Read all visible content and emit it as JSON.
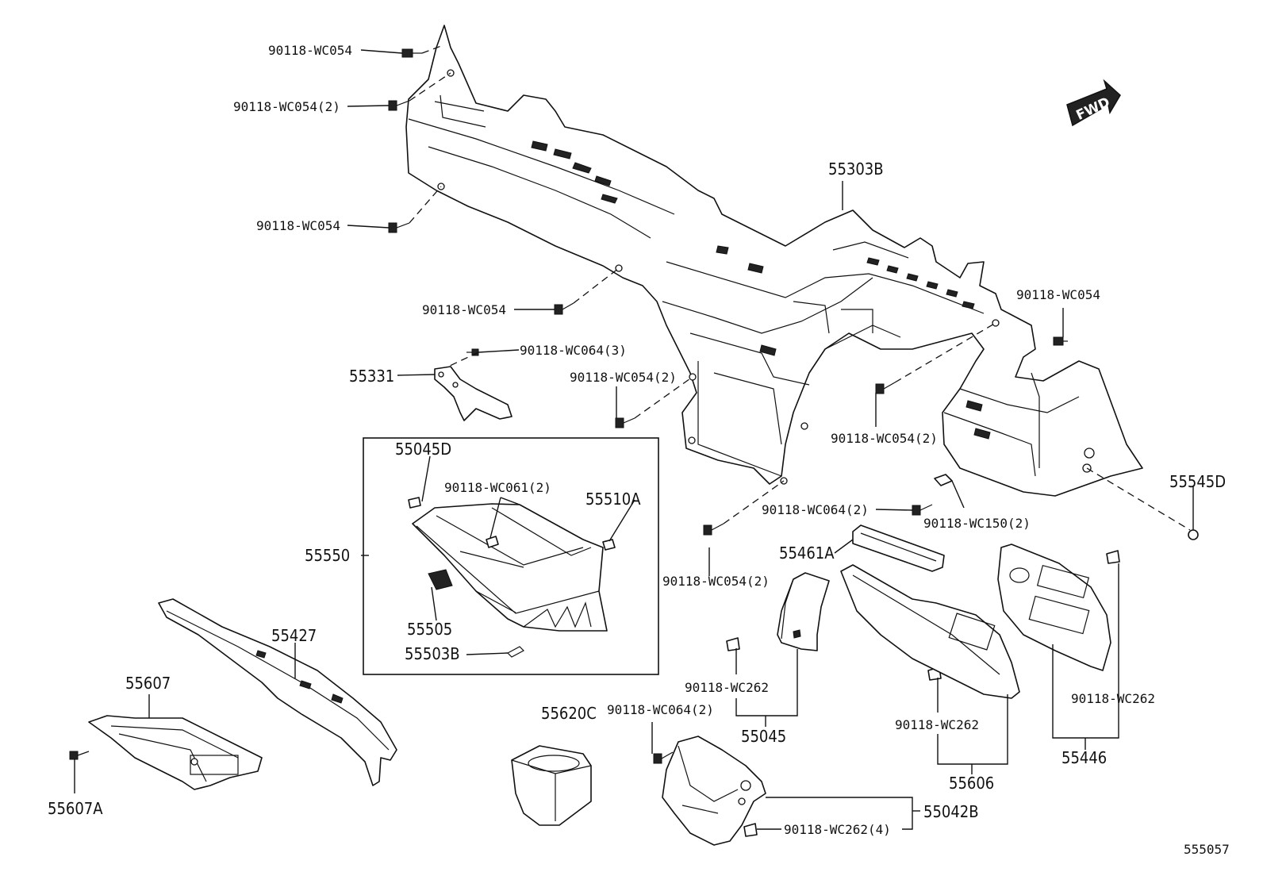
{
  "parts": {
    "p_55303B": "55303B",
    "p_55331": "55331",
    "p_55045D": "55045D",
    "p_55510A": "55510A",
    "p_55550": "55550",
    "p_55505": "55505",
    "p_55503B": "55503B",
    "p_55427": "55427",
    "p_55607": "55607",
    "p_55607A": "55607A",
    "p_55620C": "55620C",
    "p_55045": "55045",
    "p_55042B": "55042B",
    "p_55461A": "55461A",
    "p_55606": "55606",
    "p_55446": "55446",
    "p_55545D": "55545D"
  },
  "fasteners": {
    "f1": "90118-WC054",
    "f2": "90118-WC054(2)",
    "f3": "90118-WC054",
    "f4": "90118-WC054",
    "f5": "90118-WC064(3)",
    "f6": "90118-WC054(2)",
    "f7": "90118-WC054",
    "f8": "90118-WC054(2)",
    "f9": "90118-WC061(2)",
    "f10": "90118-WC064(2)",
    "f11": "90118-WC150(2)",
    "f12": "90118-WC054(2)",
    "f13": "90118-WC262",
    "f14": "90118-WC064(2)",
    "f15": "90118-WC262",
    "f16": "90118-WC262",
    "f17": "90118-WC262(4)"
  },
  "direction_badge": "FWD",
  "diagram_id": "555057"
}
